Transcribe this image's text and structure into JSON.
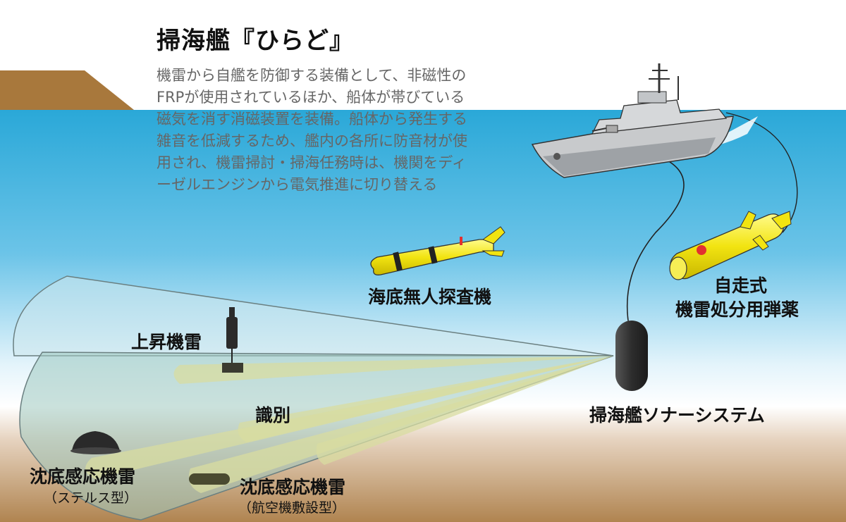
{
  "title": "掃海艦『ひらど』",
  "description_lines": [
    "機雷から自艦を防御する装備として、非磁性の",
    "FRPが使用されているほか、船体が帯びている",
    "磁気を消す消磁装置を装備。船体から発生する",
    "雑音を低減するため、艦内の各所に防音材が使",
    "用され、機雷掃討・掃海任務時は、機関をディ",
    "ーゼルエンジンから電気推進に切り替える"
  ],
  "labels": {
    "rising_mine": "上昇機雷",
    "identification": "識別",
    "seabed_drone": "海底無人探査機",
    "self_propelled_line1": "自走式",
    "self_propelled_line2": "機雷処分用弾薬",
    "sonar_system": "掃海艦ソナーシステム",
    "bottom_mine_stealth": "沈底感応機雷",
    "bottom_mine_stealth_sub": "（ステルス型）",
    "bottom_mine_air": "沈底感応機雷",
    "bottom_mine_air_sub": "（航空機敷設型）"
  },
  "colors": {
    "sea_top": "#2aa8d8",
    "seabed": "#b08450",
    "land": "#a8783c",
    "yellow_vehicle": "#f2e411",
    "sonar_fill": "#3a3a3a"
  }
}
